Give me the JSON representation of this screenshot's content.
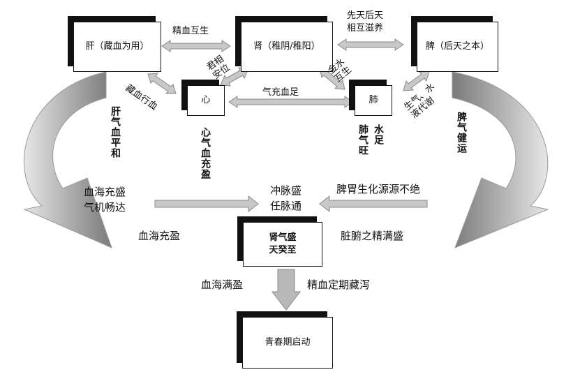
{
  "nodes": {
    "liver": "肝（藏血为用）",
    "kidney": "肾（稚阴/稚阳）",
    "spleen": "脾（后天之本）",
    "heart": "心",
    "lung": "肺",
    "kidney_qi": "肾气盛\n天癸至",
    "puberty": "青春期启动"
  },
  "edges": {
    "liver_kidney": "精血互生",
    "kidney_spleen": "先天后天\n相互滋养",
    "liver_heart": "藏血行血",
    "heart_kidney": "君相\n安位",
    "kidney_lung": "金水\n互生",
    "heart_lung": "气充血足",
    "spleen_lung": "生气、水\n液代谢"
  },
  "labels": {
    "liver_qi": "肝气血平和",
    "heart_qi": "心气血充盈",
    "lung_qi": "肺气旺",
    "lung_water": "水足",
    "spleen_qi": "脾气健运",
    "blood_sea": "血海充盛\n气机畅达",
    "meridians": "冲脉盛\n任脉通",
    "spleen_stomach": "脾胃生化源源不绝",
    "blood_sea_full": "血海充盈",
    "zangfu": "脏腑之精满盛",
    "blood_full": "血海满盈",
    "jingxue": "精血定期藏泻"
  }
}
